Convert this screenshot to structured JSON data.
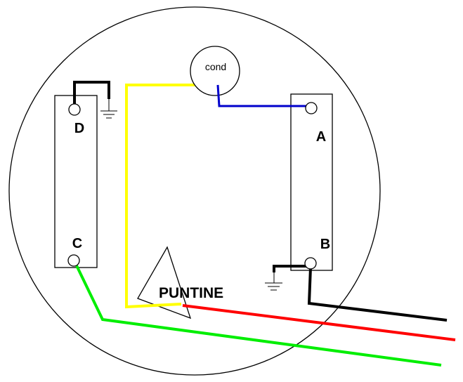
{
  "diagram": {
    "capacitor_label": "cond",
    "terminal_a": "A",
    "terminal_b": "B",
    "terminal_c": "C",
    "terminal_d": "D",
    "points_label": "PUNTINE"
  },
  "wires": {
    "yellow": "#ffff00",
    "blue": "#0000cc",
    "black": "#000000",
    "red": "#ff0000",
    "green": "#00ee00"
  },
  "icons": [
    "ground-icon",
    "ground-icon"
  ]
}
